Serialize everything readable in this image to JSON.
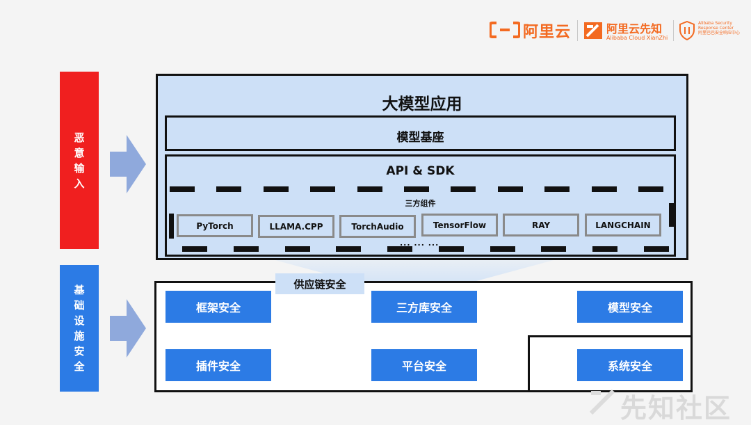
{
  "header": {
    "logo1_text": "阿里云",
    "logo2_text": "阿里云先知",
    "logo2_sub": "Alibaba Cloud XianZhi",
    "logo3_line1": "Alibaba Security",
    "logo3_line2": "Response Center",
    "logo3_line3": "阿里巴巴安全响应中心"
  },
  "left": {
    "malicious_input": [
      "恶",
      "意",
      "输",
      "入"
    ],
    "infra_security": [
      "基",
      "础",
      "设",
      "施",
      "安",
      "全"
    ]
  },
  "top_panel": {
    "title": "大模型应用",
    "model_base": "模型基座",
    "api_sdk": "API & SDK",
    "components_label": "三方组件",
    "components": [
      "PyTorch",
      "LLAMA.CPP",
      "TorchAudio",
      "TensorFlow",
      "RAY",
      "LANGCHAIN"
    ],
    "ellipsis": "... ... ..."
  },
  "bottom_panel": {
    "supply_chain": "供应链安全",
    "row1": [
      "框架安全",
      "三方库安全",
      "模型安全"
    ],
    "row2": [
      "插件安全",
      "平台安全",
      "系统安全"
    ]
  },
  "watermark": "先知社区",
  "colors": {
    "accent_orange": "#f36a21",
    "red": "#f01f1f",
    "blue": "#2c7be5",
    "light_blue": "#cde0f7"
  }
}
